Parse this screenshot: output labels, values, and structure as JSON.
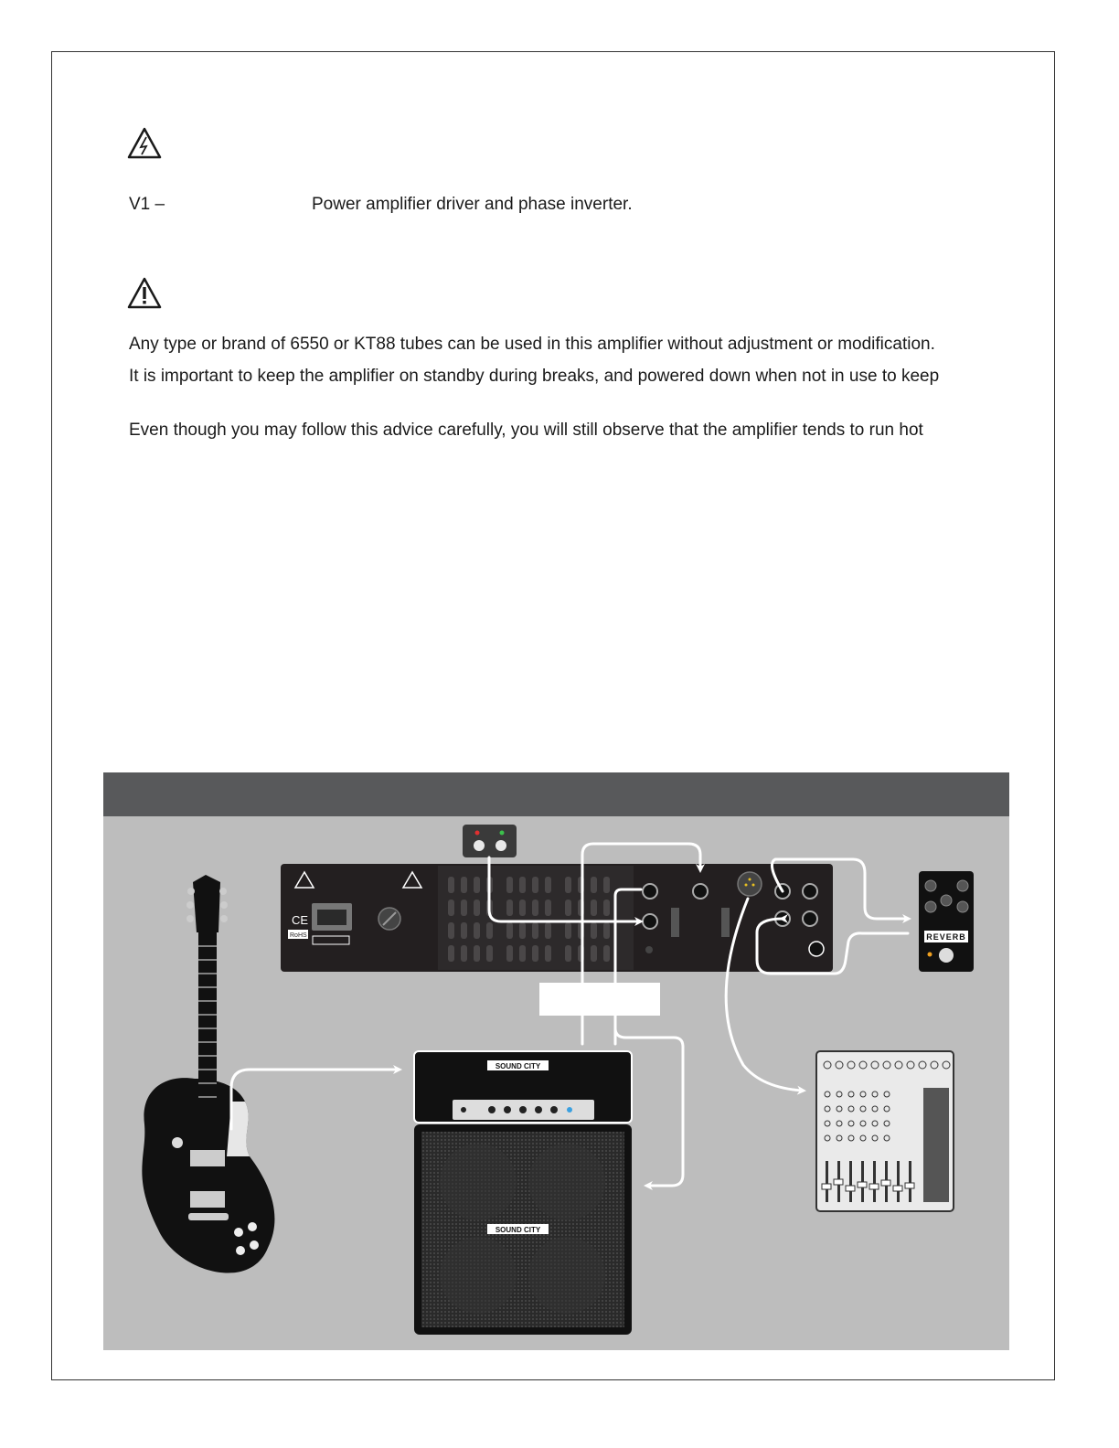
{
  "warnings": [
    {
      "icon": "high-voltage-warning-icon"
    },
    {
      "icon": "caution-warning-icon"
    }
  ],
  "tube_list": {
    "label": "V1 –",
    "description": "Power amplifier driver and phase inverter."
  },
  "paragraphs": [
    "Any type or brand of 6550 or KT88 tubes can be used in this amplifier without adjustment or modification.",
    "It is important to keep the amplifier on standby during breaks, and powered down when not in use to keep",
    "Even though you may follow this advice carefully, you will still observe that the amplifier tends to run hot"
  ],
  "diagram": {
    "amp_brand_top": "SOUND CITY",
    "cab_brand": "SOUND CITY",
    "pedal_label": "REVERB",
    "rear_panel_marks": [
      "CE",
      "RoHS"
    ],
    "colors": {
      "header": "#58595b",
      "background": "#bdbdbd",
      "panel": "#231f20",
      "cable": "#ffffff"
    },
    "icons": [
      "footswitch-icon",
      "rear-panel-icon",
      "guitar-icon",
      "amp-head-icon",
      "speaker-cabinet-icon",
      "reverb-pedal-icon",
      "mixer-icon"
    ]
  }
}
